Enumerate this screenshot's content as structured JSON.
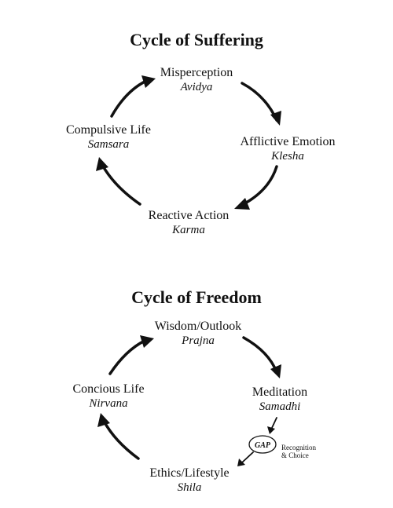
{
  "suffering": {
    "title": "Cycle of Suffering",
    "nodes": [
      {
        "label": "Misperception",
        "term": "Avidya"
      },
      {
        "label": "Afflictive Emotion",
        "term": "Klesha"
      },
      {
        "label": "Reactive Action",
        "term": "Karma"
      },
      {
        "label": "Compulsive Life",
        "term": "Samsara"
      }
    ]
  },
  "freedom": {
    "title": "Cycle of Freedom",
    "nodes": [
      {
        "label": "Wisdom/Outlook",
        "term": "Prajna"
      },
      {
        "label": "Meditation",
        "term": "Samadhi"
      },
      {
        "label": "Ethics/Lifestyle",
        "term": "Shila"
      },
      {
        "label": "Concious Life",
        "term": "Nirvana"
      }
    ],
    "gap": {
      "label": "GAP",
      "note_line1": "Recognition",
      "note_line2": "& Choice"
    }
  },
  "colors": {
    "ink": "#111111",
    "background": "#ffffff"
  }
}
